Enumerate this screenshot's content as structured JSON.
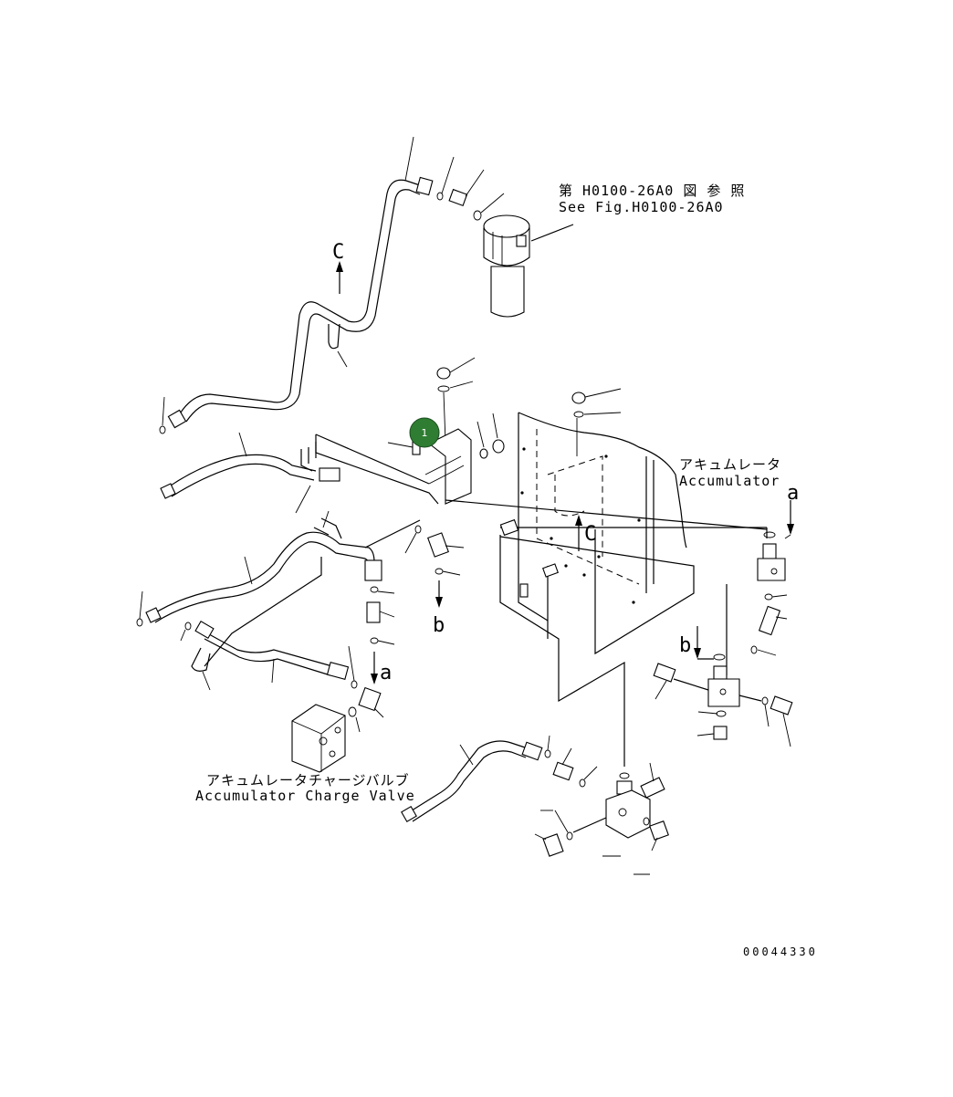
{
  "references": {
    "filter_jp": "第 H0100-26A0 図 参 照",
    "filter_en": "See Fig.H0100-26A0",
    "accumulator_jp": "アキュムレータ",
    "accumulator_en": "Accumulator",
    "charge_valve_jp": "アキュムレータチャージバルブ",
    "charge_valve_en": "Accumulator Charge Valve"
  },
  "connector_letters": {
    "c_top": "C",
    "c_mid": "C",
    "a_right": "a",
    "a_left": "a",
    "b_left": "b",
    "b_right": "b"
  },
  "callout": {
    "number": "1",
    "color": "#2e7d32"
  },
  "drawing_number": "00044330"
}
